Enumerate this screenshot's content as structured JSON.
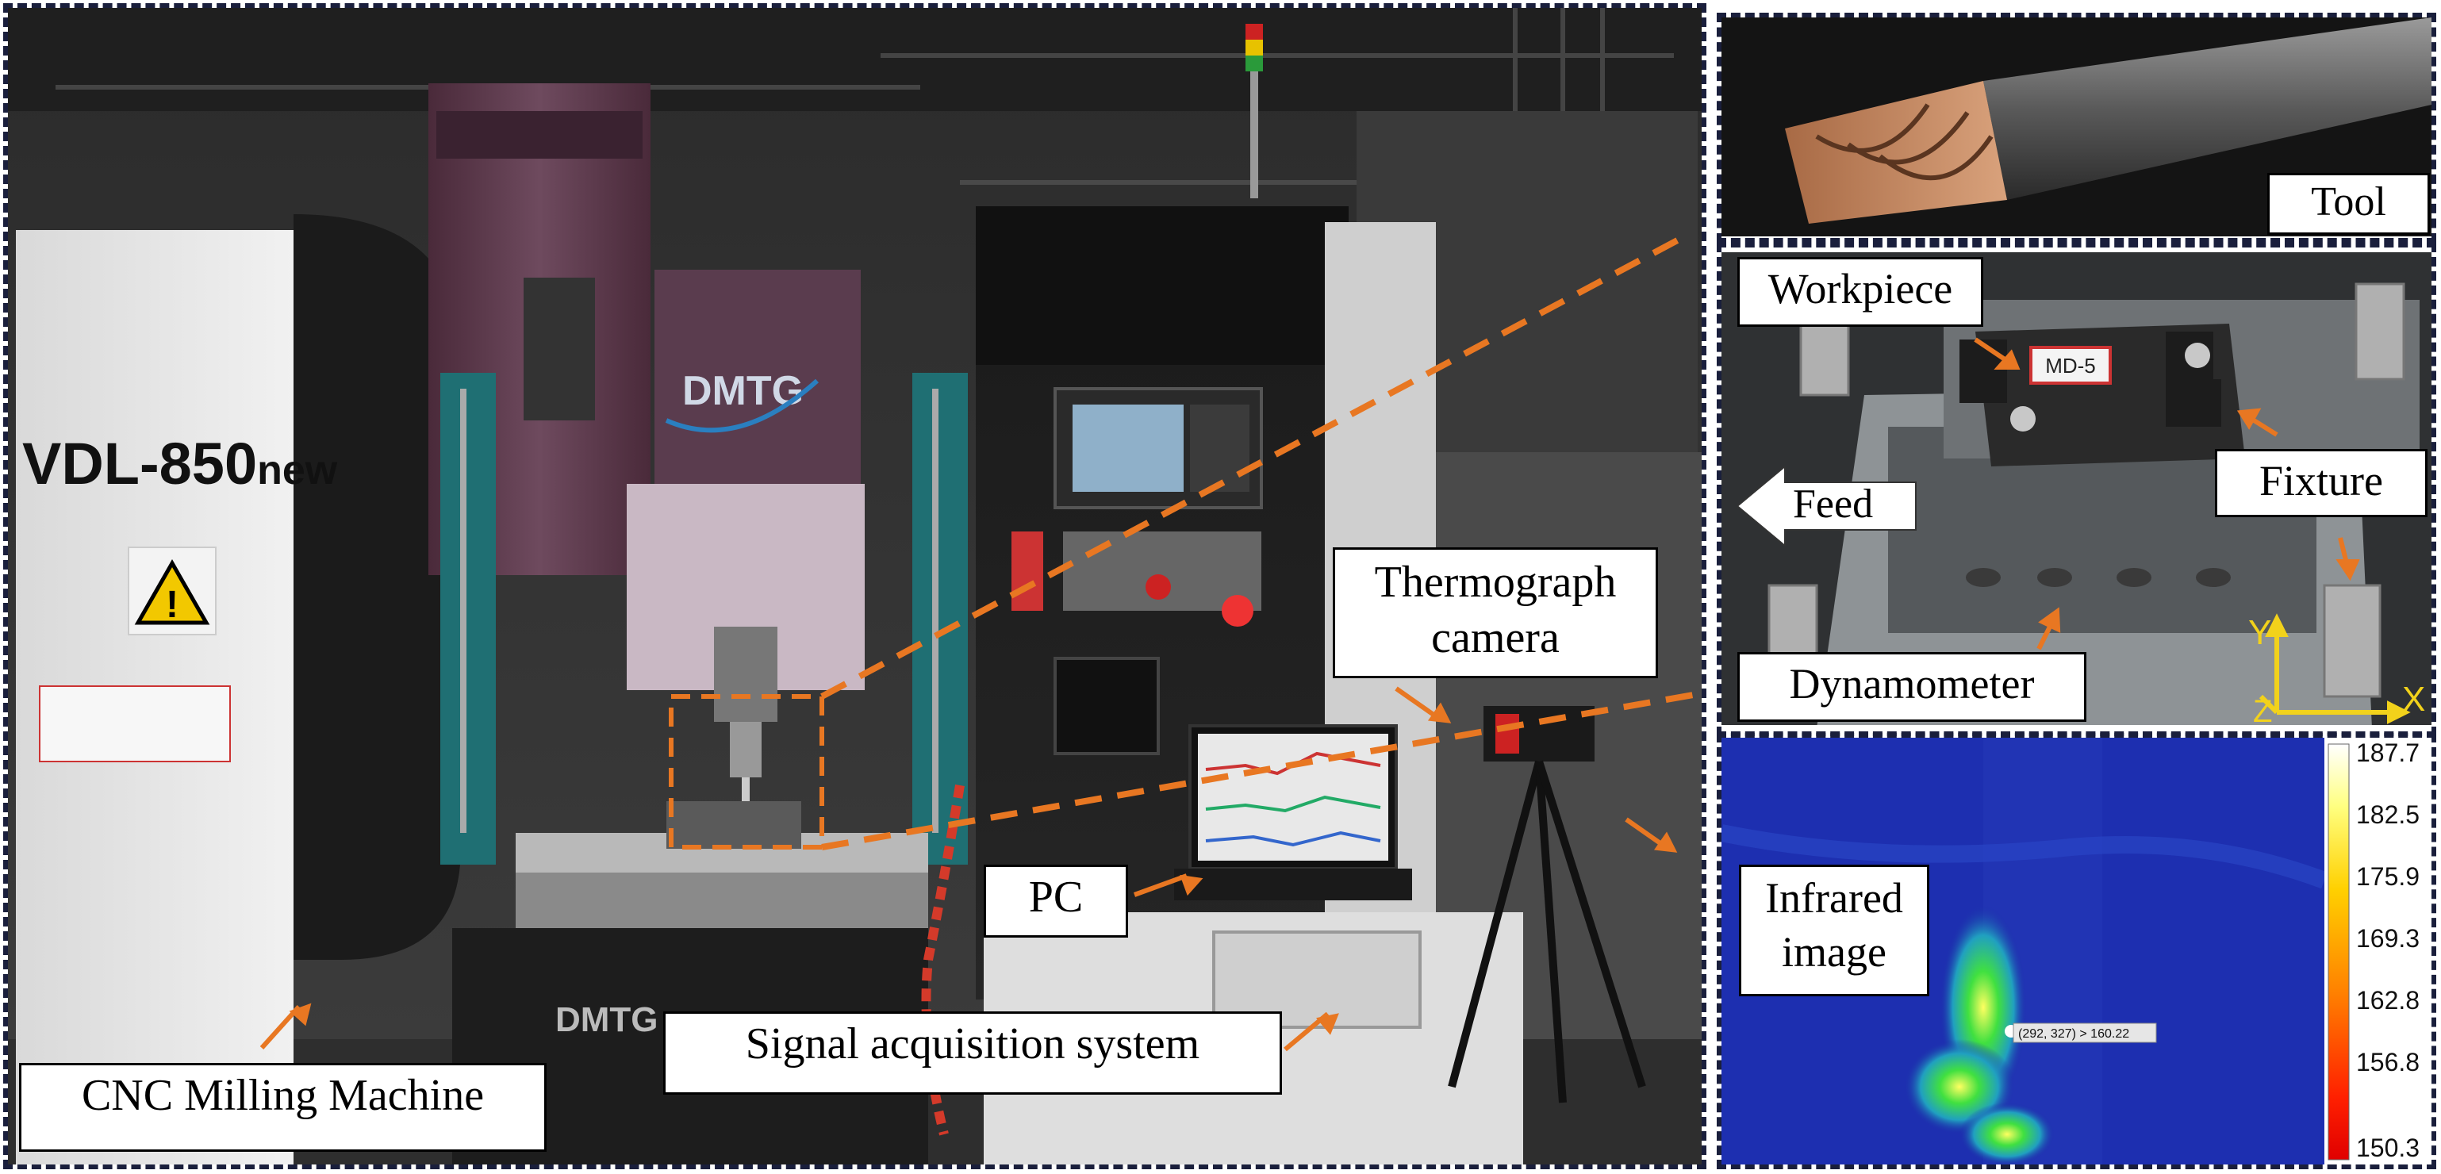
{
  "machine": {
    "model_text": "VDL-850",
    "model_suffix": "new",
    "brand_logo": "DMTG",
    "brand_logo_base": "DMTG"
  },
  "labels": {
    "cnc": "CNC Milling Machine",
    "signal": "Signal acquisition system",
    "pc": "PC",
    "thermo_line1": "Thermograph",
    "thermo_line2": "camera",
    "tool": "Tool",
    "workpiece": "Workpiece",
    "feed": "Feed",
    "fixture": "Fixture",
    "dynamometer": "Dynamometer",
    "infrared_line1": "Infrared",
    "infrared_line2": "image"
  },
  "workpiece_tag": "MD-5",
  "axes": {
    "x": "X",
    "y": "Y",
    "z": "Z"
  },
  "infrared": {
    "colorbar_ticks": [
      "187.7",
      "182.5",
      "175.9",
      "169.3",
      "162.8",
      "156.8",
      "150.3"
    ],
    "readout": "(292, 327) > 160.22"
  },
  "colors": {
    "frame": "#1a1f3c",
    "arrow": "#e87722",
    "axis_arrow": "#f2d21b",
    "ir_background": "#1b2aa8"
  }
}
